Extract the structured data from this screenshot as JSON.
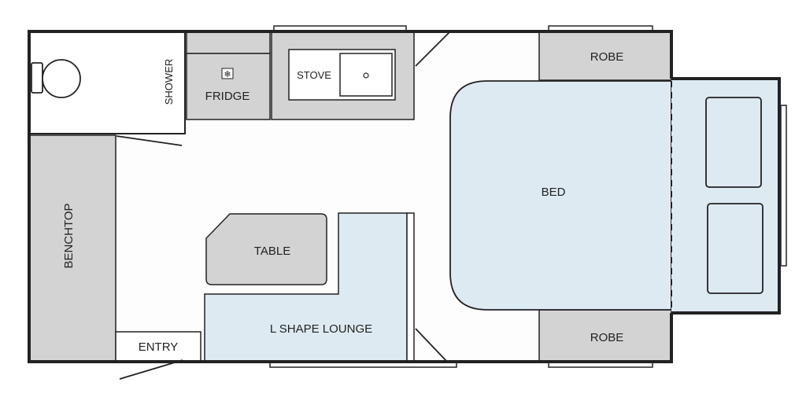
{
  "labels": {
    "shower": "SHOWER",
    "fridge": "FRIDGE",
    "stove": "STOVE",
    "robe_top": "ROBE",
    "robe_bottom": "ROBE",
    "bed": "BED",
    "benchtop": "BENCHTOP",
    "table": "TABLE",
    "lounge": "L SHAPE LOUNGE",
    "entry": "ENTRY"
  },
  "colors": {
    "wall": "#222222",
    "grey": "#d3d3d3",
    "blue": "#deeaf2",
    "floor": "#fdfdfd",
    "white": "#ffffff"
  },
  "icons": {
    "fridge": "snowflake-icon",
    "toilet": "toilet-icon",
    "sink": "sink-icon"
  }
}
